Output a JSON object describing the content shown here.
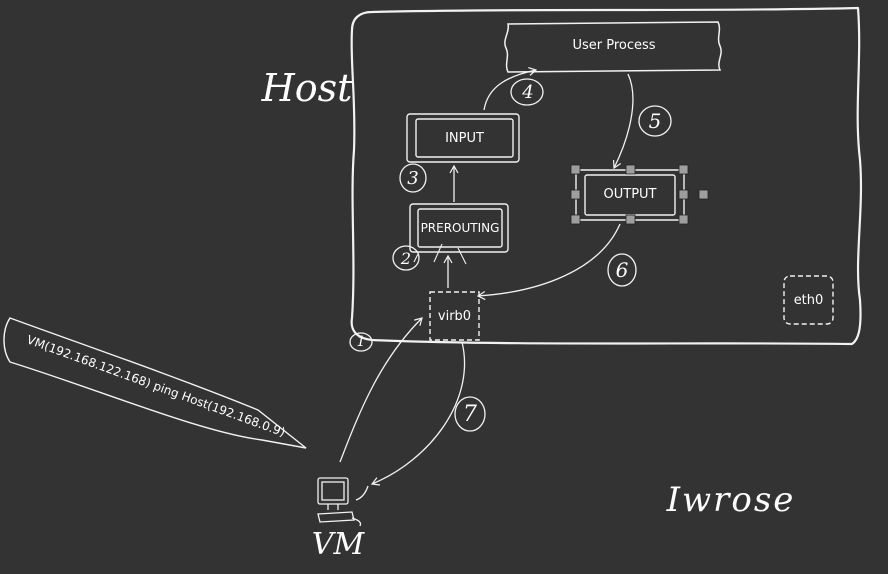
{
  "colors": {
    "background": "#333333",
    "stroke": "#f2f2f2",
    "handle_fill": "#9e9e9e"
  },
  "host": {
    "label": "Host"
  },
  "nodes": {
    "user_process": "User Process",
    "input": "INPUT",
    "prerouting": "PREROUTING",
    "output": "OUTPUT",
    "virb0": "virb0",
    "eth0": "eth0"
  },
  "steps": [
    "1",
    "2",
    "3",
    "4",
    "5",
    "6",
    "7"
  ],
  "callout": {
    "text": "VM(192.168.122.168) ping Host(192.168.0.9)"
  },
  "vm": {
    "label": "VM"
  },
  "signature": {
    "text": "Iwrose"
  }
}
